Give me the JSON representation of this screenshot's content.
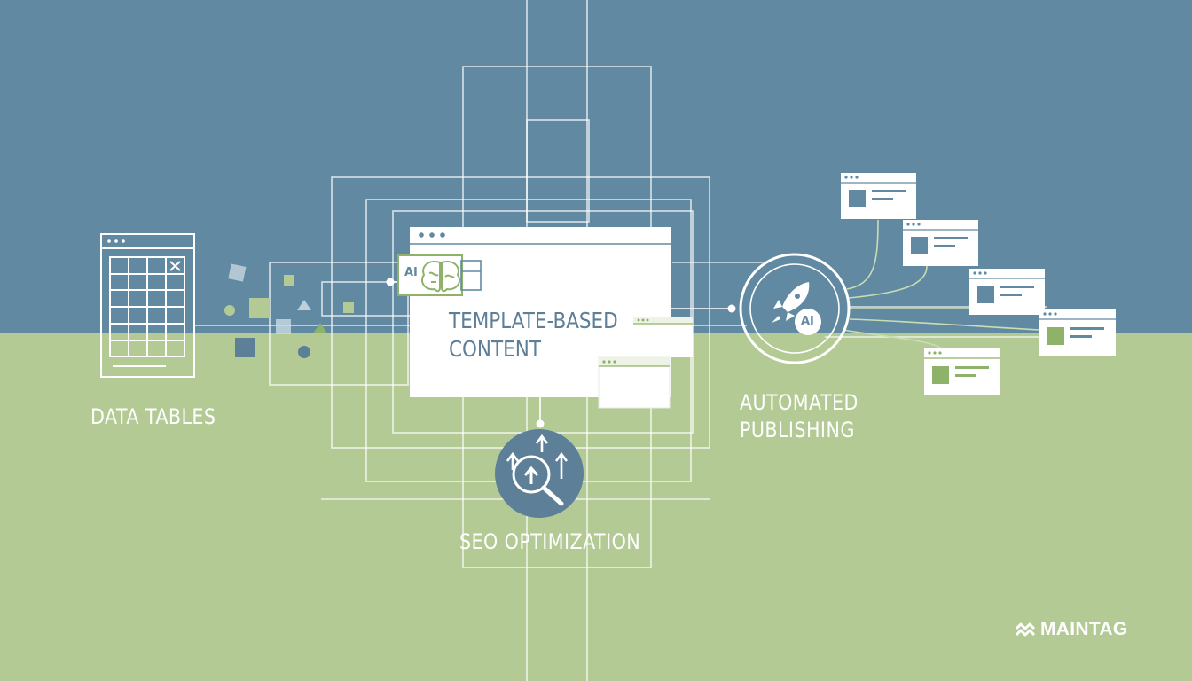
{
  "labels": {
    "data_tables": "DATA TABLES",
    "template_line1": "TEMPLATE-BASED",
    "template_line2": "CONTENT",
    "publishing_line1": "AUTOMATED",
    "publishing_line2": "PUBLISHING",
    "seo": "SEO OPTIMIZATION"
  },
  "badges": {
    "ai_template": "AI",
    "ai_publishing": "AI"
  },
  "brand": {
    "name": "MAINTAG",
    "logo_icon": "wave-logo-icon"
  },
  "icons": [
    "table-icon",
    "brain-icon",
    "rocket-icon",
    "seo-magnifier-icon"
  ],
  "colors": {
    "top_background": "#618aa2",
    "bottom_background": "#b3ca95",
    "line": "#ffffff",
    "accent_blue": "#5d7f97",
    "accent_green": "#8fb26b"
  }
}
